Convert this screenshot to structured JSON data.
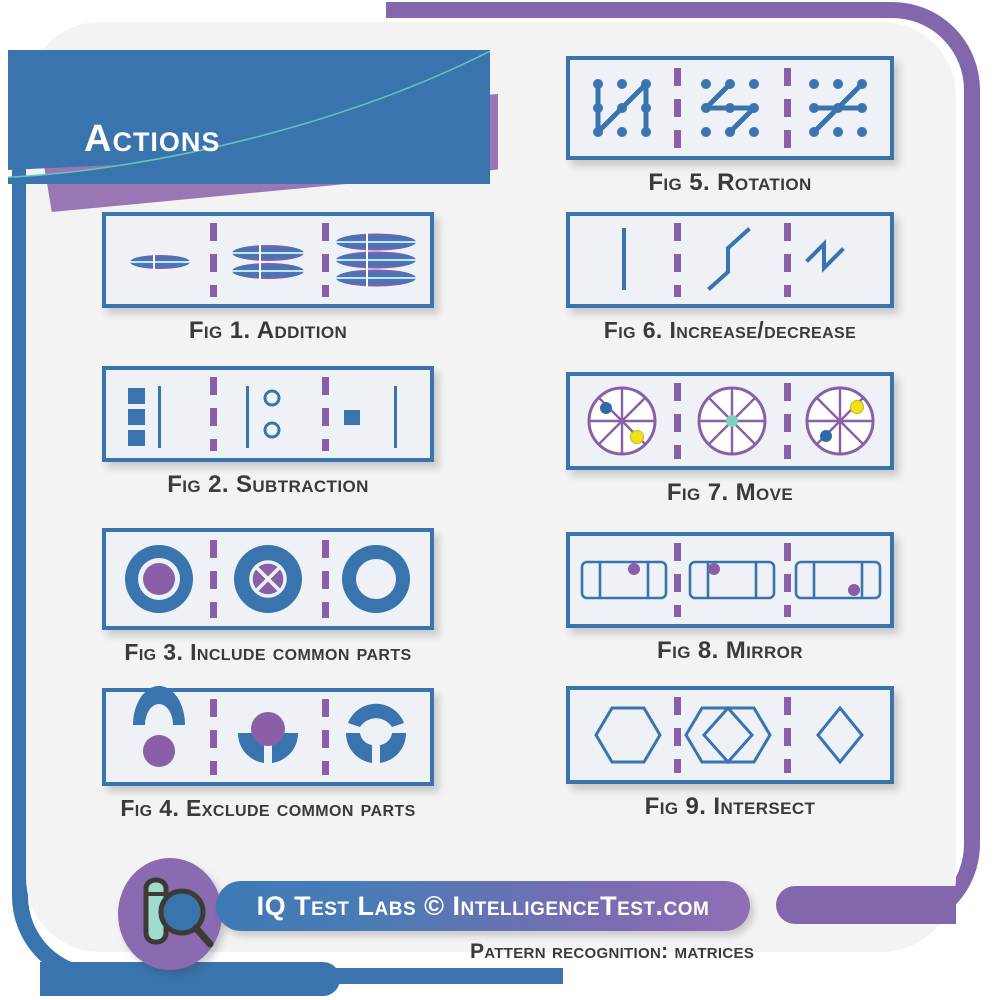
{
  "header": {
    "title": "Actions"
  },
  "figures": [
    {
      "id": "fig1",
      "caption": "Fig 1. Addition",
      "kind": "addition",
      "cells": [
        {
          "count": 1,
          "shape": "ellipse"
        },
        {
          "count": 2,
          "shape": "ellipse"
        },
        {
          "count": 3,
          "shape": "ellipse"
        }
      ]
    },
    {
      "id": "fig2",
      "caption": "Fig 2. Subtraction",
      "kind": "subtraction",
      "cells": [
        {
          "squares": 3,
          "circles": 0,
          "line": "right"
        },
        {
          "squares": 0,
          "circles": 2,
          "line": "left"
        },
        {
          "squares": 1,
          "circles": 0,
          "line": "right"
        }
      ]
    },
    {
      "id": "fig3",
      "caption": "Fig 3. Include common parts",
      "kind": "include",
      "cells": [
        {
          "style": "ring-with-purple-dot"
        },
        {
          "style": "disc-with-x-circle"
        },
        {
          "style": "ring-hollow"
        }
      ]
    },
    {
      "id": "fig4",
      "caption": "Fig 4. Exclude common parts",
      "kind": "exclude",
      "cells": [
        {
          "style": "cap-over-dot"
        },
        {
          "style": "dot-over-cups"
        },
        {
          "style": "three-arcs"
        }
      ]
    },
    {
      "id": "fig5",
      "caption": "Fig 5. Rotation",
      "kind": "rotation",
      "cells": [
        {
          "angle": 0
        },
        {
          "angle": 45
        },
        {
          "angle": 90
        }
      ]
    },
    {
      "id": "fig6",
      "caption": "Fig 6. Increase/decrease",
      "kind": "increase",
      "cells": [
        {
          "segments": 1
        },
        {
          "segments": 3
        },
        {
          "segments": 4
        }
      ]
    },
    {
      "id": "fig7",
      "caption": "Fig 7. Move",
      "kind": "move",
      "cells": [
        {
          "blue_dot_angle": 160,
          "yellow_dot_angle": 315,
          "hub": "none"
        },
        {
          "blue_dot_angle": null,
          "yellow_dot_angle": null,
          "hub": "teal"
        },
        {
          "blue_dot_angle": 205,
          "yellow_dot_angle": 40,
          "hub": "none"
        }
      ]
    },
    {
      "id": "fig8",
      "caption": "Fig 8. Mirror",
      "kind": "mirror",
      "cells": [
        {
          "dot_x": 0.62
        },
        {
          "dot_x": 0.4
        },
        {
          "dot_x": 0.72
        }
      ]
    },
    {
      "id": "fig9",
      "caption": "Fig 9. Intersect",
      "kind": "intersect",
      "cells": [
        {
          "shapes": [
            "hexagon"
          ]
        },
        {
          "shapes": [
            "hexagon",
            "diamond"
          ]
        },
        {
          "shapes": [
            "diamond"
          ]
        }
      ]
    }
  ],
  "footer": {
    "brand": "IQ Test Labs",
    "copyright": "©",
    "site": "IntelligenceTest.com",
    "pill_text": "IQ Test Labs ©  IntelligenceTest.com",
    "subtitle": "Pattern recognition: matrices",
    "logo_alt": "iq-logo"
  },
  "colors": {
    "blue": "#3a74ae",
    "purple": "#8267ac",
    "divider_purple": "#8a5fa8",
    "panel_bg": "#eef2f7",
    "card_bg": "#f3f3f4",
    "text": "#3a3a3a",
    "yellow": "#f2e11a",
    "teal": "#7fcfc4"
  }
}
